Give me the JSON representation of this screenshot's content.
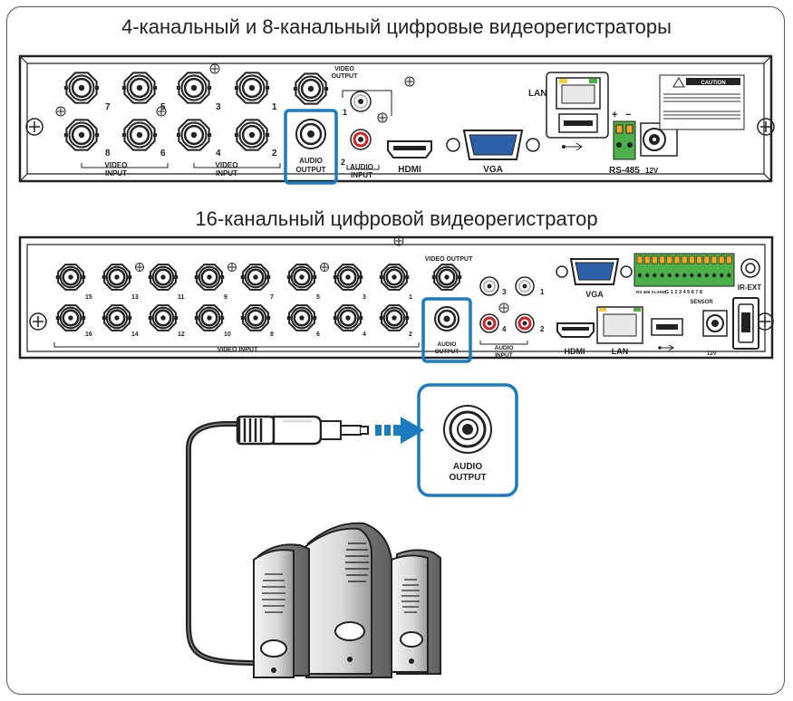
{
  "titles": {
    "top": "4-канальный и 8-канальный цифровые видеорегистраторы",
    "middle": "16-канальный цифровой видеорегистратор"
  },
  "dvr8": {
    "bnc_top": [
      "7",
      "5",
      "3",
      "1"
    ],
    "bnc_bottom": [
      "8",
      "6",
      "4",
      "2"
    ],
    "video_input": [
      "VIDEO",
      "INPUT"
    ],
    "video_output": [
      "VIDEO",
      "OUTPUT"
    ],
    "audio_output": [
      "AUDIO",
      "OUTPUT"
    ],
    "audio_input": [
      "AUDIO",
      "INPUT"
    ],
    "audio_in_numbers": [
      "1",
      "2"
    ],
    "hdmi": "HDMI",
    "vga": "VGA",
    "lan": "LAN",
    "rs485": "RS-485",
    "power": "12V",
    "caution": "CAUTION",
    "polarity": [
      "+",
      "−"
    ]
  },
  "dvr16": {
    "bnc_top": [
      "15",
      "13",
      "11",
      "9",
      "7",
      "5",
      "3",
      "1"
    ],
    "bnc_bottom": [
      "16",
      "14",
      "12",
      "10",
      "8",
      "6",
      "4",
      "2"
    ],
    "video_input": "VIDEO INPUT",
    "video_output": "VIDEO OUTPUT",
    "audio_output": [
      "AUDIO",
      "OUTPUT"
    ],
    "audio_input": [
      "AUDIO",
      "INPUT"
    ],
    "audio_in_numbers": [
      "3",
      "1",
      "4",
      "2"
    ],
    "vga": "VGA",
    "hdmi": "HDMI",
    "lan": "LAN",
    "ir_ext": "IR-EXT",
    "sensor": "SENSOR",
    "rs485_alarm": "RS-485 ALARM",
    "sensor_numbers": "G 1 2 3 4 5 6 7 8",
    "power": "12V"
  },
  "callout": {
    "label": [
      "AUDIO",
      "OUTPUT"
    ]
  },
  "colors": {
    "highlight": "#1a7bbf",
    "arrow": "#1a7bbf",
    "terminal_green": "#4bb04a",
    "red_jack": "#d42027"
  }
}
